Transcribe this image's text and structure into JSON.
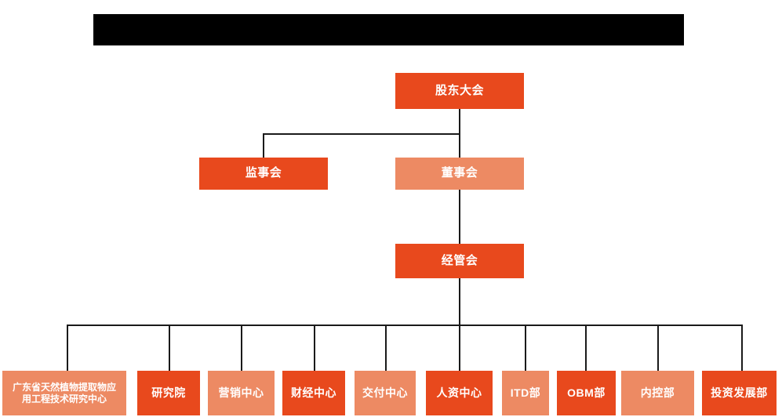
{
  "chart_title_bar": {
    "redacted": true,
    "label": ""
  },
  "palette": {
    "dark_orange": "#E8491D",
    "light_orange": "#ED8A63",
    "connector": "#1a1a1a",
    "background": "#ffffff",
    "redaction": "#000000",
    "text": "#ffffff"
  },
  "nodes": {
    "shareholders_meeting": {
      "label": "股东大会",
      "tone": "dark"
    },
    "board_of_supervisors": {
      "label": "监事会",
      "tone": "dark"
    },
    "board_of_directors": {
      "label": "董事会",
      "tone": "light"
    },
    "management_committee": {
      "label": "经管会",
      "tone": "dark"
    }
  },
  "departments": [
    {
      "label_line1": "广东省天然植物提取物应",
      "label_line2": "用工程技术研究中心",
      "tone": "light"
    },
    {
      "label_line1": "研究院",
      "label_line2": "",
      "tone": "dark"
    },
    {
      "label_line1": "营销中心",
      "label_line2": "",
      "tone": "light"
    },
    {
      "label_line1": "财经中心",
      "label_line2": "",
      "tone": "dark"
    },
    {
      "label_line1": "交付中心",
      "label_line2": "",
      "tone": "light"
    },
    {
      "label_line1": "人资中心",
      "label_line2": "",
      "tone": "dark"
    },
    {
      "label_line1": "ITD部",
      "label_line2": "",
      "tone": "light"
    },
    {
      "label_line1": "OBM部",
      "label_line2": "",
      "tone": "dark"
    },
    {
      "label_line1": "内控部",
      "label_line2": "",
      "tone": "light"
    },
    {
      "label_line1": "投资发展部",
      "label_line2": "",
      "tone": "dark"
    }
  ]
}
